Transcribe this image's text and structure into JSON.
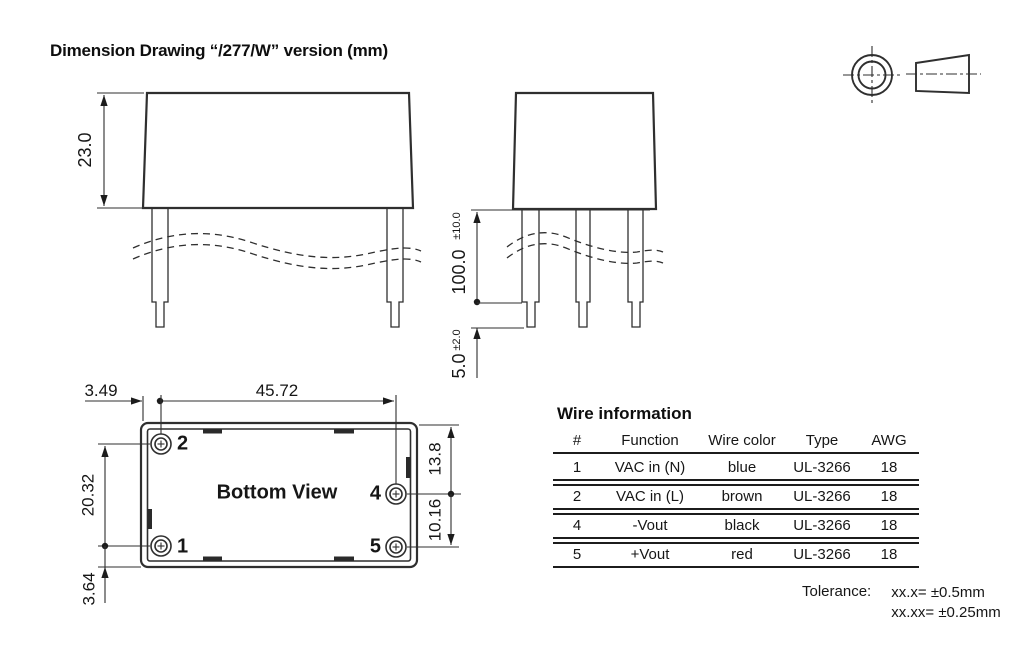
{
  "title": "Dimension Drawing “/277/W” version (mm)",
  "front_view": {
    "height": "23.0"
  },
  "side_view": {
    "lead_length": "100.0",
    "lead_length_tolerance": "±10.0",
    "strip_length": "5.0",
    "strip_length_tolerance": "±2.0"
  },
  "bottom_view": {
    "caption": "Bottom View",
    "pin_labels": {
      "pin1": "1",
      "pin2": "2",
      "pin4": "4",
      "pin5": "5"
    },
    "dims": {
      "offset_x": "3.49",
      "pitch_x": "45.72",
      "pitch_y_left": "20.32",
      "offset_y_bottom": "3.64",
      "offset_y_top_right": "13.8",
      "pitch_y_right": "10.16"
    }
  },
  "wire_table": {
    "heading": "Wire information",
    "columns": [
      "#",
      "Function",
      "Wire color",
      "Type",
      "AWG"
    ],
    "rows": [
      [
        "1",
        "VAC in (N)",
        "blue",
        "UL-3266",
        "18"
      ],
      [
        "2",
        "VAC in (L)",
        "brown",
        "UL-3266",
        "18"
      ],
      [
        "4",
        "-Vout",
        "black",
        "UL-3266",
        "18"
      ],
      [
        "5",
        "+Vout",
        "red",
        "UL-3266",
        "18"
      ]
    ]
  },
  "tolerance": {
    "label": "Tolerance:",
    "rules": [
      "xx.x= ±0.5mm",
      "xx.xx= ±0.25mm"
    ]
  }
}
